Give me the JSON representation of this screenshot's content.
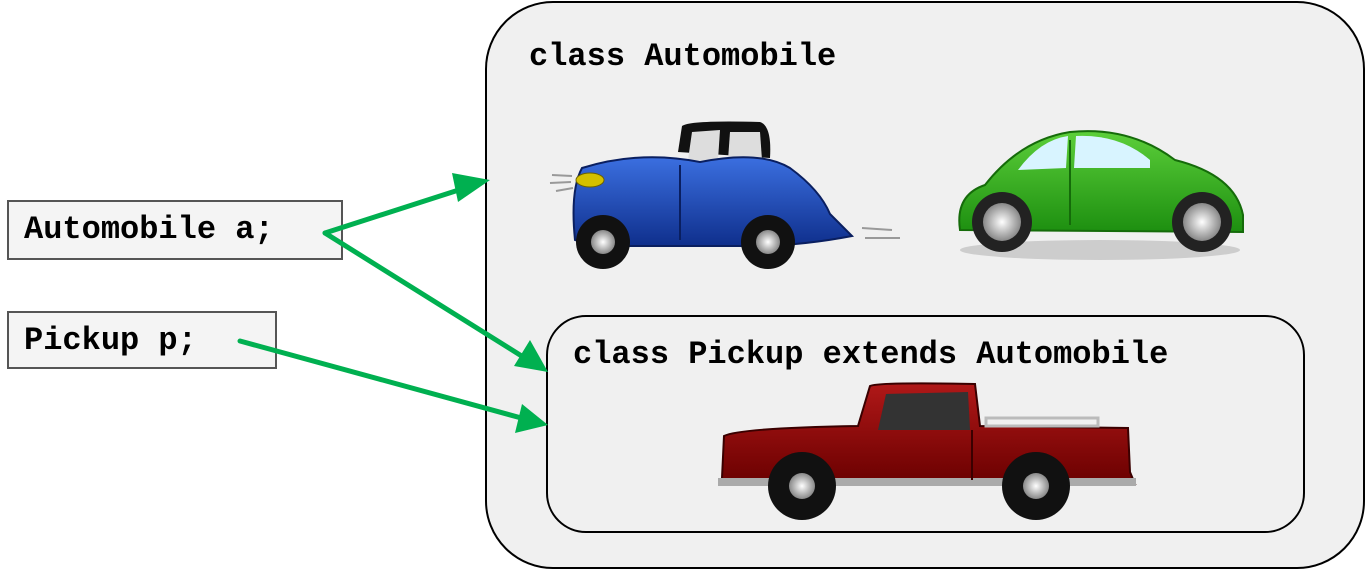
{
  "outer_class": {
    "label": "class Automobile"
  },
  "inner_class": {
    "label": "class Pickup extends Automobile"
  },
  "variables": [
    {
      "label": "Automobile a;"
    },
    {
      "label": "Pickup p;"
    }
  ],
  "colors": {
    "arrow": "#00b050",
    "blue_car": "#1f4fc4",
    "green_car": "#2db31a",
    "pickup": "#8b0000"
  },
  "icons": [
    "vintage-blue-car-icon",
    "green-beetle-car-icon",
    "red-pickup-truck-icon"
  ]
}
